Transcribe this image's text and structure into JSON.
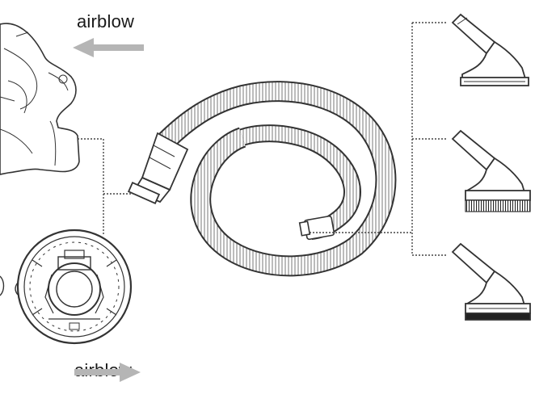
{
  "labels": {
    "top": "airblow",
    "bottom": "airblow"
  },
  "colors": {
    "arrow": "#b5b5b5",
    "line": "#333333",
    "leader": "#444444",
    "background": "#ffffff"
  },
  "arrows": {
    "top_direction": "left",
    "bottom_direction": "right"
  },
  "icons": [
    "vacuum-body-icon",
    "filter-cap-icon",
    "flexible-hose-icon",
    "nozzle-flat-icon",
    "nozzle-brush-icon",
    "nozzle-upholstery-icon"
  ]
}
